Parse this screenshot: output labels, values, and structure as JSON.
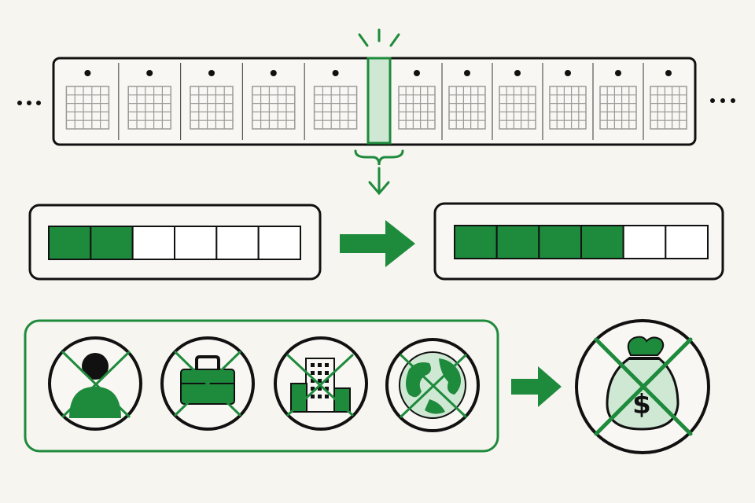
{
  "colors": {
    "background": "#f6f5f0",
    "ink": "#111111",
    "green": "#1e8a3c",
    "green_dark": "#166b2e",
    "green_light": "#cfe8d4",
    "grid_gray": "#9a9a9a"
  },
  "timeline": {
    "month_count": 11,
    "highlight_after_month": 5,
    "has_left_ellipsis": true,
    "has_right_ellipsis": true
  },
  "progress_before": {
    "segments": 6,
    "filled": 2
  },
  "progress_after": {
    "segments": 6,
    "filled": 4
  },
  "blocked_icons": [
    {
      "icon": "person-icon"
    },
    {
      "icon": "briefcase-icon"
    },
    {
      "icon": "buildings-icon"
    },
    {
      "icon": "globe-icon"
    }
  ],
  "result_icon": {
    "icon": "money-bag-icon",
    "symbol": "$",
    "crossed": true
  }
}
